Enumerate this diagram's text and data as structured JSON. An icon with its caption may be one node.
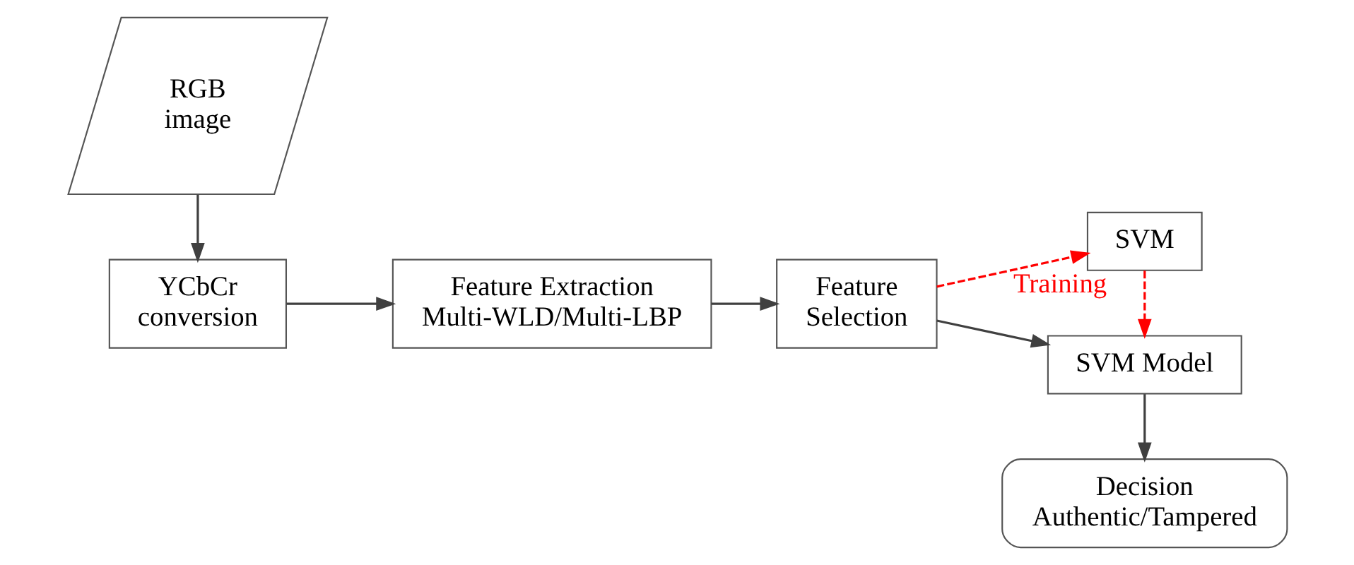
{
  "diagram": {
    "nodes": [
      {
        "text": [
          "RGB image"
        ]
      },
      {
        "text": [
          "YCbCr conversion"
        ]
      },
      {
        "text": [
          "Feature Extraction Multi-WLD/Multi-LBP"
        ]
      },
      {
        "text": [
          "Feature Selection"
        ]
      },
      {
        "text": [
          "SVM"
        ]
      },
      {
        "text": [
          "SVM Model"
        ]
      },
      {
        "text": [
          "Decision Authentic/Tampered"
        ]
      }
    ],
    "edges": [
      {
        "from": 0,
        "to": 1,
        "arrow": "to"
      },
      {
        "from": 1,
        "to": 2,
        "arrow": "to"
      },
      {
        "from": 2,
        "to": 3,
        "arrow": "to"
      },
      {
        "from": 3,
        "to": 4,
        "arrow": "to",
        "label": "Training",
        "style": "dashed",
        "color": "#ff0000"
      },
      {
        "from": 4,
        "to": 5,
        "arrow": "to",
        "style": "dashed",
        "color": "#ff0000"
      },
      {
        "from": 3,
        "to": 5,
        "arrow": "to"
      },
      {
        "from": 5,
        "to": 6,
        "arrow": "to"
      }
    ]
  }
}
